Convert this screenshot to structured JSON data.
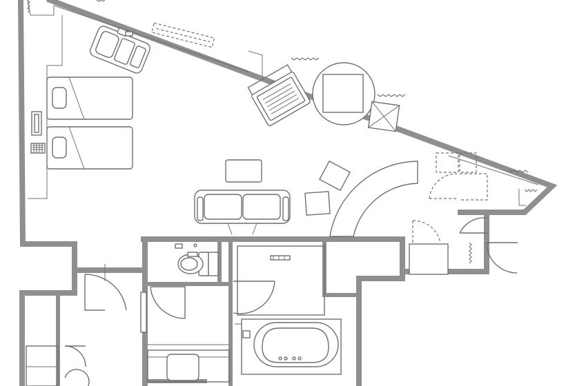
{
  "plan": {
    "colors": {
      "background": "#ffffff",
      "wall": "#8f8f8f",
      "fixture": "#6f6f6f"
    },
    "rooms": [
      "bedroom-living",
      "entrance-hall",
      "toilet",
      "washroom",
      "shower-room",
      "bathroom"
    ],
    "furniture": [
      "twin-bed",
      "massage-chair",
      "desk-with-chair",
      "round-table",
      "sofa",
      "coffee-table",
      "curved-counter",
      "stool",
      "bathtub",
      "washbasin-counter",
      "toilet-bowl",
      "luggage-rack",
      "closet"
    ]
  }
}
